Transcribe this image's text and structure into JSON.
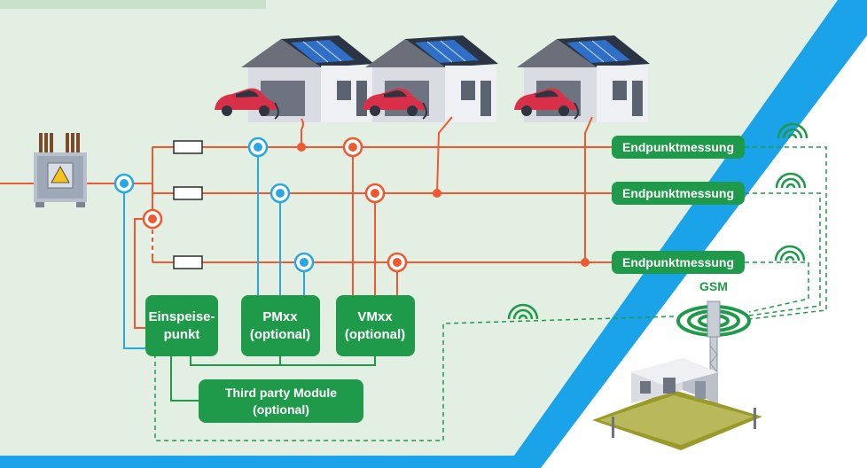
{
  "nodes": {
    "endpoint_1": "Endpunktmessung",
    "endpoint_2": "Endpunktmessung",
    "endpoint_3": "Endpunktmessung",
    "einspeisepunkt": [
      "Einspeise-",
      "punkt"
    ],
    "pmxx": [
      "PMxx",
      "(optional)"
    ],
    "vmxx": [
      "VMxx",
      "(optional)"
    ],
    "third_party": [
      "Third party Module",
      "(optional)"
    ]
  },
  "gsm_label": "GSM",
  "colors": {
    "box_green": "#1f9a4a",
    "line_red": "#f0582f",
    "line_blue": "#29a8e0",
    "background": "#e4efe4",
    "stripe_blue": "#1aa3e8",
    "dashed_green": "#1f9a4a"
  },
  "icons": [
    "transformer-icon",
    "house-solar-icon",
    "electric-car-icon",
    "wireless-signal-icon",
    "gsm-tower-icon",
    "substation-building-icon",
    "fuse-icon"
  ]
}
